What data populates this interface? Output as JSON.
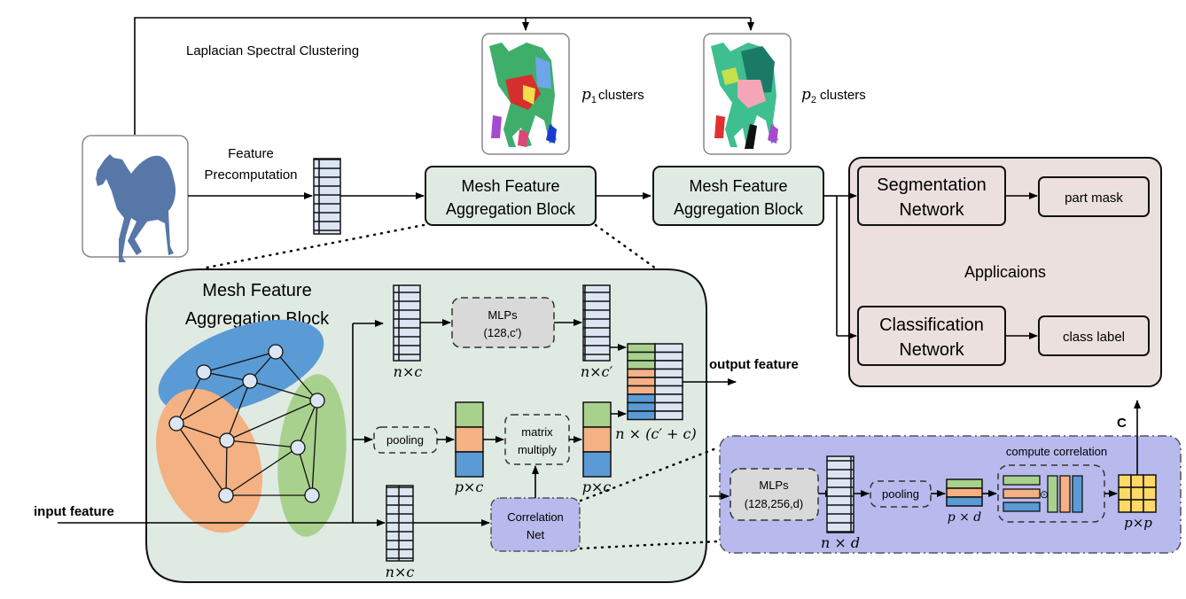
{
  "top": {
    "spectral_label": "Laplacian Spectral Clustering",
    "feature_precomp_line1": "Feature",
    "feature_precomp_line2": "Precomputation",
    "p1_var": "p",
    "p1_sub": "1",
    "p1_suffix": "clusters",
    "p2_var": "p",
    "p2_sub": "2",
    "p2_suffix": "clusters",
    "block1_line1": "Mesh Feature",
    "block1_line2": "Aggregation Block",
    "block2_line1": "Mesh Feature",
    "block2_line2": "Aggregation Block"
  },
  "applications": {
    "title": "Applicaions",
    "seg_line1": "Segmentation",
    "seg_line2": "Network",
    "seg_output": "part mask",
    "cls_line1": "Classification",
    "cls_line2": "Network",
    "cls_output": "class label"
  },
  "detail": {
    "title_line1": "Mesh Feature",
    "title_line2": "Aggregation Block",
    "mlp_line1": "MLPs",
    "mlp_line2": "(128,c′)",
    "pooling": "pooling",
    "matmul_line1": "matrix",
    "matmul_line2": "multiply",
    "corr_line1": "Correlation",
    "corr_line2": "Net",
    "dim_nc_top": "n×c",
    "dim_nc_prime": "n×c′",
    "dim_pc_left": "p×c",
    "dim_pc_right": "p×c",
    "dim_concat": "n × (c′ + c)",
    "dim_nc_bottom": "n×c",
    "output_label": "output feature",
    "input_label": "input feature"
  },
  "corrnet": {
    "mlp_line1": "MLPs",
    "mlp_line2": "(128,256,d)",
    "pooling": "pooling",
    "compute_label": "compute correlation",
    "odot": "⊙",
    "dim_nd": "n × d",
    "dim_pd": "p × d",
    "dim_pp": "p×p",
    "c_label": "C"
  },
  "colors": {
    "block_green": "#dfeae3",
    "app_pink": "#ece0de",
    "corr_purple": "#b8baed",
    "feat_cell": "#dce6f2",
    "cluster_blue": "#5b9bd5",
    "cluster_orange": "#f4b183",
    "cluster_green": "#a9d18e",
    "matrix_yellow": "#ffd966",
    "mlp_gray": "#d9d9d9"
  }
}
